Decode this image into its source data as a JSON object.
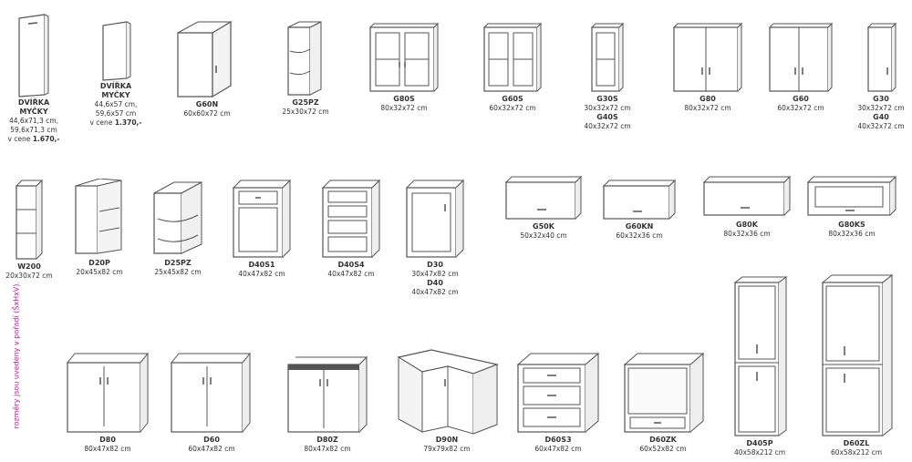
{
  "note": "rozměry jsou uvedeny v pořadí (ŠxHxV).",
  "items": {
    "dv1": {
      "code1": "DVÍŘKA",
      "code2": "MYČKY",
      "dim1": "44,6x71,3 cm,",
      "dim2": "59,6x71,3 cm",
      "price_prefix": "v cene",
      "price": "1.670,-"
    },
    "dv2": {
      "code1": "DVÍŘKA",
      "code2": "MYČKY",
      "dim1": "44,6x57 cm,",
      "dim2": "59,6x57 cm",
      "price_prefix": "v cene",
      "price": "1.370,-"
    },
    "g60n": {
      "code": "G60N",
      "dim": "60x60x72 cm"
    },
    "g25pz": {
      "code": "G25PZ",
      "dim": "25x30x72 cm"
    },
    "g80s": {
      "code": "G80S",
      "dim": "80x32x72 cm"
    },
    "g60s": {
      "code": "G60S",
      "dim": "60x32x72 cm"
    },
    "g30s": {
      "code": "G30S",
      "dim": "30x32x72 cm",
      "code2": "G40S",
      "dim2": "40x32x72 cm"
    },
    "g80": {
      "code": "G80",
      "dim": "80x32x72 cm"
    },
    "g60": {
      "code": "G60",
      "dim": "60x32x72 cm"
    },
    "g30": {
      "code": "G30",
      "dim": "30x32x72 cm",
      "code2": "G40",
      "dim2": "40x32x72 cm"
    },
    "w200": {
      "code": "W200",
      "dim": "20x30x72 cm"
    },
    "d20p": {
      "code": "D20P",
      "dim": "20x45x82 cm"
    },
    "d25pz": {
      "code": "D25PZ",
      "dim": "25x45x82 cm"
    },
    "d40s1": {
      "code": "D40S1",
      "dim": "40x47x82 cm"
    },
    "d40s4": {
      "code": "D40S4",
      "dim": "40x47x82 cm"
    },
    "d30": {
      "code": "D30",
      "dim": "30x47x82 cm",
      "code2": "D40",
      "dim2": "40x47x82 cm"
    },
    "g50k": {
      "code": "G50K",
      "dim": "50x32x40 cm"
    },
    "g60kn": {
      "code": "G60KN",
      "dim": "60x32x36 cm"
    },
    "g80k": {
      "code": "G80K",
      "dim": "80x32x36 cm"
    },
    "g80ks": {
      "code": "G80KS",
      "dim": "80x32x36 cm"
    },
    "d80": {
      "code": "D80",
      "dim": "80x47x82 cm"
    },
    "d60": {
      "code": "D60",
      "dim": "60x47x82 cm"
    },
    "d80z": {
      "code": "D80Z",
      "dim": "80x47x82 cm"
    },
    "d90n": {
      "code": "D90N",
      "dim": "79x79x82 cm"
    },
    "d60s3": {
      "code": "D60S3",
      "dim": "60x47x82 cm"
    },
    "d60zk": {
      "code": "D60ZK",
      "dim": "60x52x82 cm"
    },
    "d405p": {
      "code": "D405P",
      "dim": "40x58x212 cm"
    },
    "d60zl": {
      "code": "D60ZL",
      "dim": "60x58x212 cm"
    }
  }
}
